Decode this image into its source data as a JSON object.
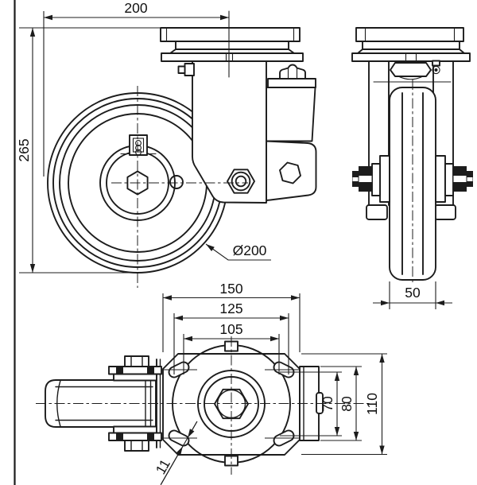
{
  "title": "Swivel caster wheel technical drawing, three orthographic views",
  "colors": {
    "background": "#ffffff",
    "line": "#1c1c1c"
  },
  "views": {
    "front": {
      "dims": {
        "top_width": "200",
        "overall_height": "265",
        "wheel_diameter": "Ø200"
      }
    },
    "side": {
      "dims": {
        "wheel_width": "50"
      }
    },
    "plan": {
      "dims": {
        "plate_width": "150",
        "bolt_pattern_width_outer": "125",
        "bolt_pattern_width_inner": "105",
        "bolt_pattern_height_inner": "70",
        "bolt_pattern_height_outer": "80",
        "plate_depth": "110",
        "slot_width": "11"
      }
    }
  }
}
